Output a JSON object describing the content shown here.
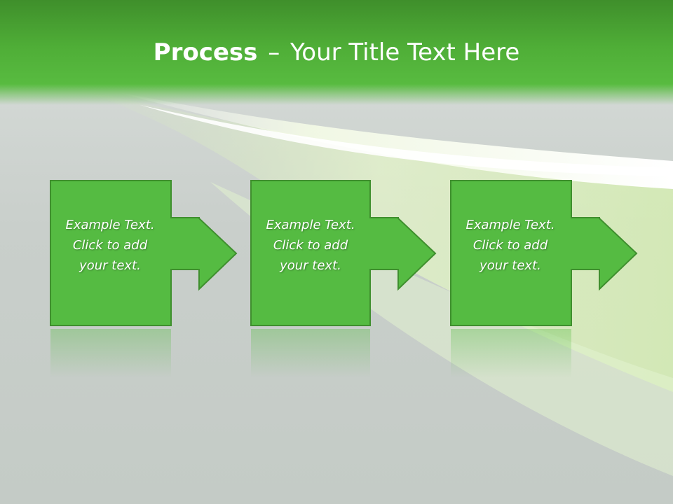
{
  "slide": {
    "title_bold": "Process",
    "title_dash": "–",
    "title_rest": "Your Title Text Here"
  },
  "steps": [
    {
      "lines": [
        "Example Text.",
        "Click  to add",
        "your text."
      ]
    },
    {
      "lines": [
        "Example Text.",
        "Click  to add",
        "your text."
      ]
    },
    {
      "lines": [
        "Example Text.",
        "Click  to add",
        "your text."
      ]
    }
  ],
  "colors": {
    "header_green": "#4fae37",
    "box_fill": "#55bb42",
    "box_border": "#3f8f2e",
    "text": "#ffffff"
  }
}
